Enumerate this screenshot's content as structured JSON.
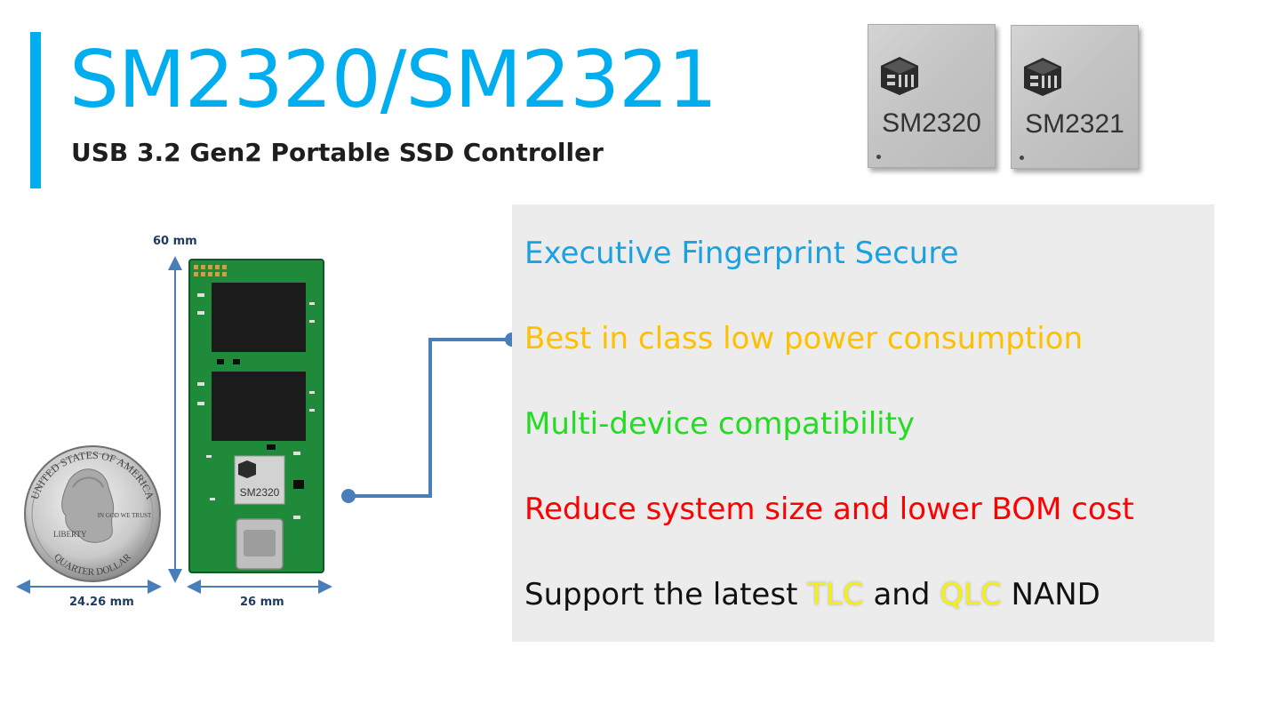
{
  "header": {
    "title": "SM2320/SM2321",
    "subtitle": "USB 3.2 Gen2 Portable SSD Controller"
  },
  "chips": [
    {
      "label": "SM2320"
    },
    {
      "label": "SM2321"
    }
  ],
  "board": {
    "controller_label": "SM2320",
    "dimensions": {
      "length": "60 mm",
      "board_width": "26 mm",
      "coin_width": "24.26 mm"
    },
    "coin_text": {
      "top": "UNITED STATES OF AMERICA",
      "left": "LIBERTY",
      "motto": "IN GOD WE TRUST",
      "bottom": "QUARTER DOLLAR"
    }
  },
  "features": [
    {
      "text": "Executive Fingerprint Secure",
      "color": "#1ba1e2"
    },
    {
      "text": "Best in class low power consumption",
      "color": "#ffc000"
    },
    {
      "text": "Multi-device compatibility",
      "color": "#22dd22"
    },
    {
      "text": "Reduce system size and lower BOM cost",
      "color": "#ff0000"
    },
    {
      "parts": [
        "Support the latest ",
        "TLC",
        " and ",
        "QLC",
        " NAND"
      ],
      "color": "#111111",
      "highlight_color": "#f5f10a"
    }
  ],
  "colors": {
    "accent": "#00aeef",
    "connector": "#4a7ebb",
    "panel": "#ececec",
    "pcb": "#1e8a3a"
  }
}
